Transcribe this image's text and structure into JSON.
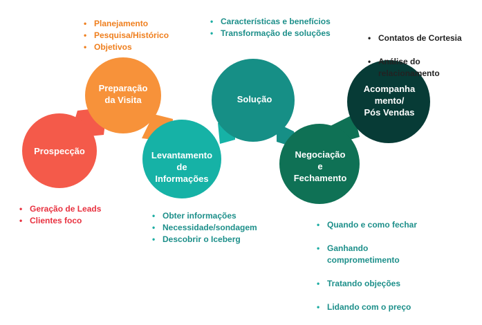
{
  "colors": {
    "prospeccao": "#f45a4a",
    "preparacao": "#f7923a",
    "levantamento": "#16b2a6",
    "solucao": "#168f86",
    "negociacao": "#0f7155",
    "acompanhamento": "#073b36"
  },
  "stages": {
    "prospeccao": {
      "label": "Prospecção"
    },
    "preparacao": {
      "label": "Preparação\nda Visita"
    },
    "levantamento": {
      "label": "Levantamento\nde\nInformações"
    },
    "solucao": {
      "label": "Solução"
    },
    "negociacao": {
      "label": "Negociação\ne\nFechamento"
    },
    "acompanhamento": {
      "label": "Acompanha\nmento/\nPós Vendas"
    }
  },
  "bullets": {
    "prospeccao": [
      "Geração de Leads",
      "Clientes foco"
    ],
    "preparacao": [
      "Planejamento",
      "Pesquisa/Histórico",
      "Objetivos"
    ],
    "levantamento": [
      "Obter informações",
      "Necessidade/sondagem",
      "Descobrir o Iceberg"
    ],
    "solucao": [
      "Características e benefícios",
      "Transformação de soluções"
    ],
    "negociacao": [
      "Quando e como fechar",
      "Ganhando\ncomprometimento",
      "Tratando objeções",
      "Lidando com o preço"
    ],
    "acompanhamento": [
      "Contatos de Cortesia",
      "Análise do\nrelacionamento"
    ]
  }
}
